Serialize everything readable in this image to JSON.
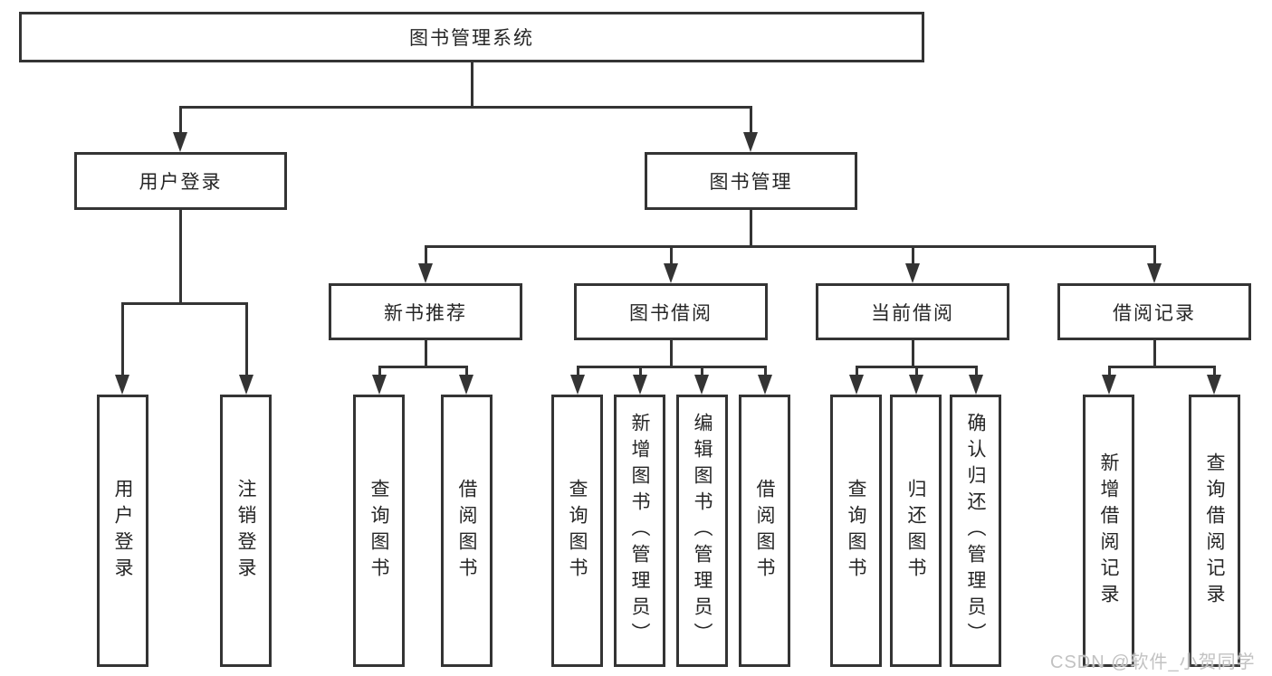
{
  "diagram": {
    "nodes": {
      "root": "图书管理系统",
      "user_login": "用户登录",
      "book_mgmt": "图书管理",
      "new_book": "新书推荐",
      "book_borrow": "图书借阅",
      "current_borrow": "当前借阅",
      "borrow_records": "借阅记录"
    },
    "leaves": {
      "user_login": [
        "用户登录",
        "注销登录"
      ],
      "new_book": [
        "查询图书",
        "借阅图书"
      ],
      "book_borrow": [
        "查询图书",
        "新增图书（管理员）",
        "编辑图书（管理员）",
        "借阅图书"
      ],
      "current_borrow": [
        "查询图书",
        "归还图书",
        "确认归还（管理员）"
      ],
      "borrow_records": [
        "新增借阅记录",
        "查询借阅记录"
      ]
    },
    "colors": {
      "line": "#343434",
      "box_border": "#343434",
      "text": "#262626",
      "background": "#ffffff"
    }
  },
  "watermark": {
    "text": "CSDN @软件_小贺同学",
    "color": "#c2c2c2"
  }
}
